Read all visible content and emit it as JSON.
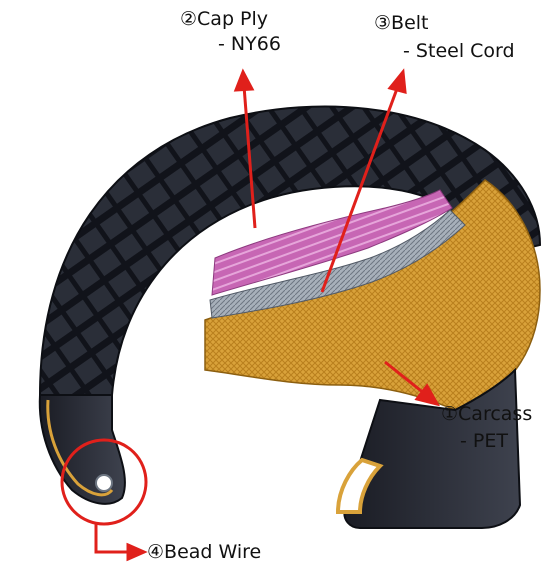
{
  "labels": {
    "cap_ply": {
      "name": "②Cap Ply",
      "material": " - NY66"
    },
    "belt": {
      "name": "③Belt",
      "material": " - Steel Cord"
    },
    "carcass": {
      "name": "①Carcass",
      "material": " - PET"
    },
    "bead_wire": {
      "name": "④Bead Wire"
    }
  },
  "colors": {
    "callout": "#e0201b",
    "rubber_dark": "#1d2029",
    "rubber_mid": "#3a3e4a",
    "cap_ply": "#c766b4",
    "belt": "#9aa3ad",
    "carcass": "#d9a23a",
    "bead_outline": "#d9a23a"
  }
}
